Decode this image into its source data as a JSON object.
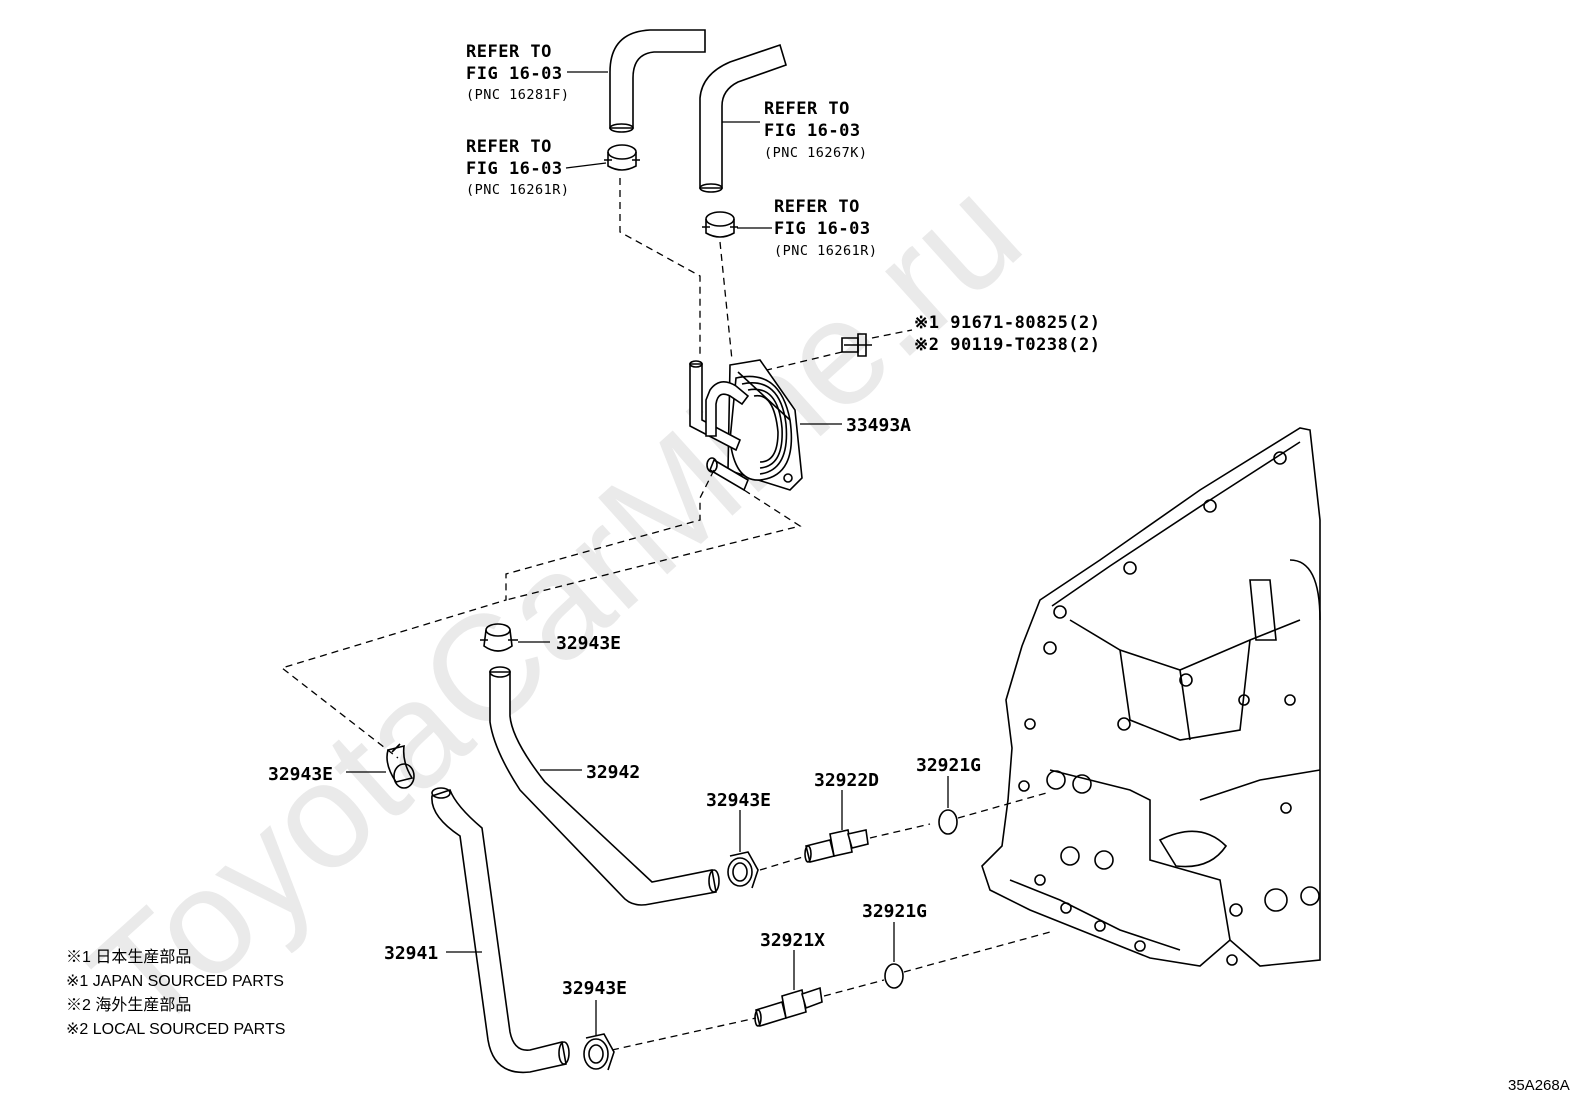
{
  "watermark": "ToyotaCarMine.ru",
  "refer_labels": [
    {
      "line1": "REFER TO",
      "line2": "FIG 16-03",
      "line3": "(PNC 16281F)"
    },
    {
      "line1": "REFER TO",
      "line2": "FIG 16-03",
      "line3": "(PNC 16267K)"
    },
    {
      "line1": "REFER TO",
      "line2": "FIG 16-03",
      "line3": "(PNC 16261R)"
    },
    {
      "line1": "REFER TO",
      "line2": "FIG 16-03",
      "line3": "(PNC 16261R)"
    }
  ],
  "bolt_labels": [
    "※1 91671-80825(2)",
    "※2 90119-T0238(2)"
  ],
  "parts": {
    "cooler": "33493A",
    "clamp_upper": "32943E",
    "clamp_left": "32943E",
    "hose_upper": "32942",
    "clamp_mid": "32943E",
    "union_upper": "32922D",
    "gasket_upper": "32921G",
    "hose_lower": "32941",
    "union_lower": "32921X",
    "gasket_lower": "32921G",
    "clamp_lower": "32943E"
  },
  "notes": [
    "※1 日本生産部品",
    "※1 JAPAN SOURCED PARTS",
    "※2 海外生産部品",
    "※2 LOCAL SOURCED PARTS"
  ],
  "figure_code": "35A268A"
}
